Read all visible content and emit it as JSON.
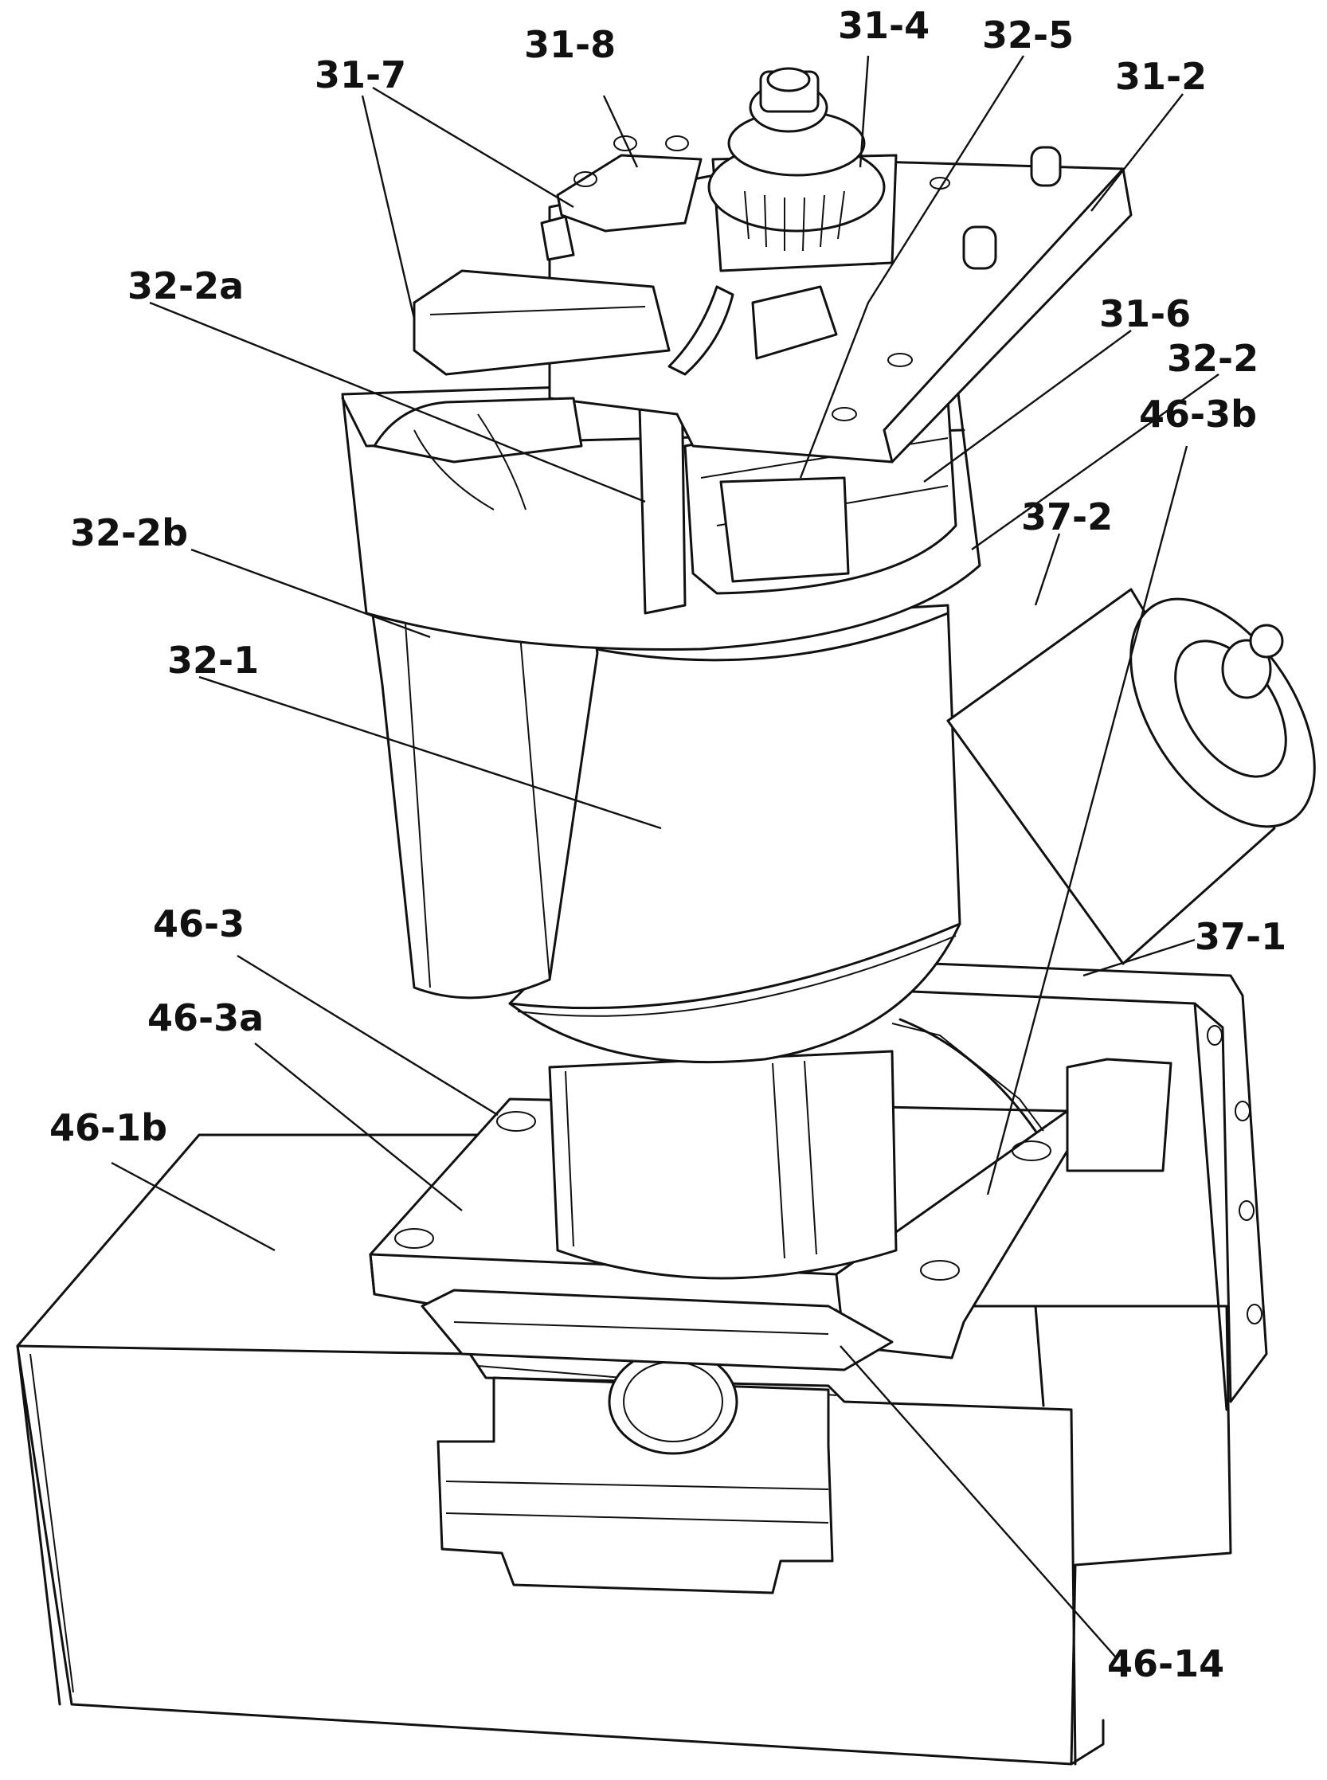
{
  "figure": {
    "labels": {
      "l_31_8": "31-8",
      "l_31_4": "31-4",
      "l_32_5": "32-5",
      "l_31_7": "31-7",
      "l_31_2": "31-2",
      "l_32_2a": "32-2a",
      "l_31_6": "31-6",
      "l_32_2": "32-2",
      "l_46_3b": "46-3b",
      "l_32_2b": "32-2b",
      "l_37_2": "37-2",
      "l_32_1": "32-1",
      "l_46_3": "46-3",
      "l_37_1": "37-1",
      "l_46_3a": "46-3a",
      "l_46_1b": "46-1b",
      "l_46_14": "46-14"
    }
  },
  "colors": {
    "line": "#111111",
    "paper": "#ffffff"
  }
}
